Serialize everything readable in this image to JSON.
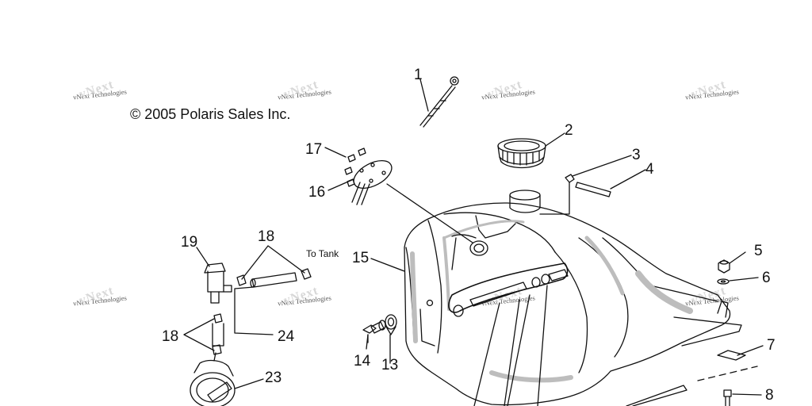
{
  "copyright": "© 2005 Polaris Sales Inc.",
  "watermark": {
    "text": "vNext Technologies",
    "ghost": "vNext"
  },
  "annotations": {
    "to_tank": "To Tank"
  },
  "callouts": {
    "c1": "1",
    "c2": "2",
    "c3": "3",
    "c4": "4",
    "c5": "5",
    "c6": "6",
    "c7": "7",
    "c8": "8",
    "c13": "13",
    "c14": "14",
    "c15": "15",
    "c16": "16",
    "c17": "17",
    "c18a": "18",
    "c18b": "18",
    "c19": "19",
    "c23": "23",
    "c24": "24"
  },
  "colors": {
    "line": "#111111",
    "shade": "#bdbdbd",
    "watermark": "#555555"
  }
}
